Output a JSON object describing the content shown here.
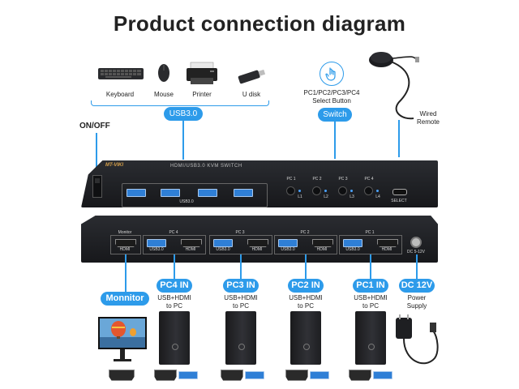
{
  "title": "Product connection diagram",
  "peripherals": [
    {
      "label": "Keyboard",
      "icon": "keyboard-icon"
    },
    {
      "label": "Mouse",
      "icon": "mouse-icon"
    },
    {
      "label": "Printer",
      "icon": "printer-icon"
    },
    {
      "label": "U disk",
      "icon": "usb-disk-icon"
    }
  ],
  "on_off": "ON/OFF",
  "usb30_label": "USB3.0",
  "switch_label": "Switch",
  "select_button": "PC1/PC2/PC3/PC4\nSelect Button",
  "wired_remote": "Wired\nRemote",
  "top_panel": {
    "brand": "MT-VIKI",
    "model_text": "HDMI/USB3.0 KVM SWITCH",
    "usb_text": "USB3.0",
    "pc_labels": [
      "PC 1",
      "PC 2",
      "PC 3",
      "PC 4"
    ],
    "led_labels": [
      "L1",
      "L2",
      "L3",
      "L4"
    ],
    "select_text": "SELECT"
  },
  "back_panel": {
    "monitor_label": "Monitor",
    "hdmi_label": "HDMI",
    "usb_label": "USB3.0",
    "pc_groups": [
      "PC 4",
      "PC 3",
      "PC 2",
      "PC 1"
    ],
    "dc_label": "DC 5-12V"
  },
  "bottom": {
    "monitor": "Monnitor",
    "pc_ins": [
      "PC4 IN",
      "PC3 IN",
      "PC2 IN",
      "PC1 IN"
    ],
    "pc_sub": "USB+HDMI\nto PC",
    "dc": "DC 12V",
    "dc_sub": "Power\nSupply"
  },
  "colors": {
    "accent": "#2d9bea",
    "device": "#1e1f23",
    "usb_port": "#2f7fd6"
  }
}
